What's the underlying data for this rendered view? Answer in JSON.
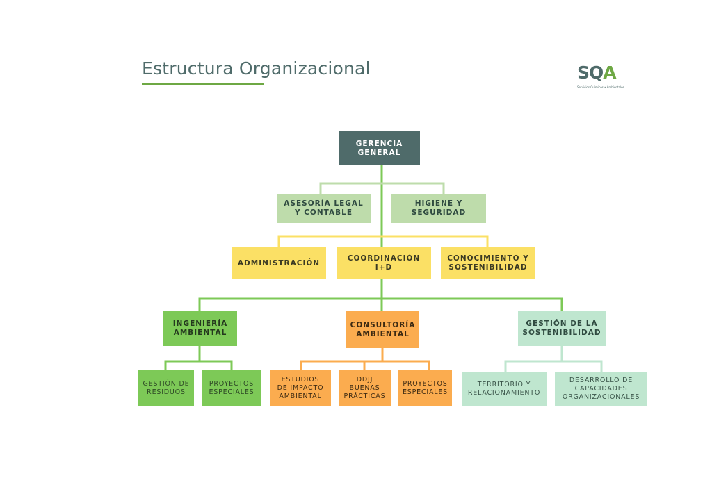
{
  "header": {
    "title": "Estructura Organizacional",
    "logo_text": "SQA",
    "logo_tagline": "Servicios Químicos • Ambientales"
  },
  "colors": {
    "dark": "#4f6b6a",
    "pale_green": "#bedcab",
    "yellow": "#fbe065",
    "green": "#7dc957",
    "orange": "#fbac4f",
    "mint": "#bfe6cf",
    "accent_line": "#6ea844"
  },
  "org": {
    "top": "GERENCIA\nGENERAL",
    "advisory": [
      "ASESORÍA LEGAL\nY CONTABLE",
      "HIGIENE Y\nSEGURIDAD"
    ],
    "coordination": [
      "ADMINISTRACIÓN",
      "COORDINACIÓN\nI+D",
      "CONOCIMIENTO Y\nSOSTENIBILIDAD"
    ],
    "areas": [
      {
        "label": "INGENIERÍA\nAMBIENTAL",
        "children": [
          "GESTIÓN DE\nRESIDUOS",
          "PROYECTOS\nESPECIALES"
        ]
      },
      {
        "label": "CONSULTORÍA\nAMBIENTAL",
        "children": [
          "ESTUDIOS\nDE IMPACTO\nAMBIENTAL",
          "DDJJ\nBUENAS\nPRÁCTICAS",
          "PROYECTOS\nESPECIALES"
        ]
      },
      {
        "label": "GESTIÓN DE LA\nSOSTENIBILIDAD",
        "children": [
          "TERRITORIO Y\nRELACIONAMIENTO",
          "DESARROLLO DE\nCAPACIDADES\nORGANIZACIONALES"
        ]
      }
    ]
  }
}
